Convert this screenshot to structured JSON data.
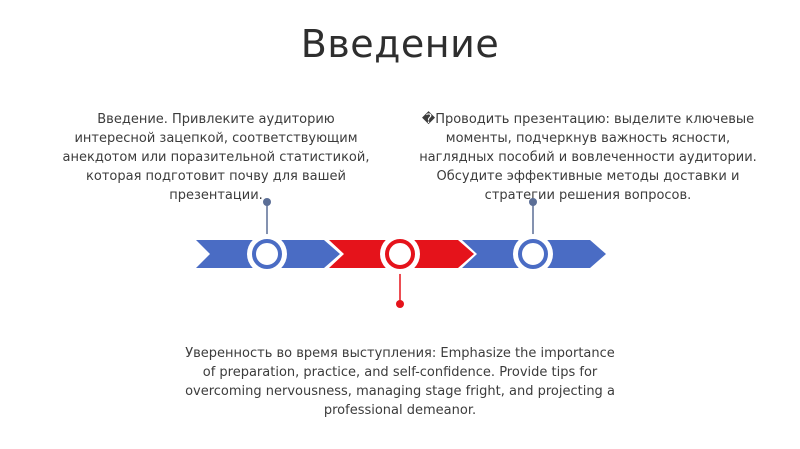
{
  "slide": {
    "title": "Введение",
    "point_left": "Введение. Привлеките аудиторию интересной зацепкой, соответствующим анекдотом или поразительной статистикой, которая подготовит почву для вашей презентации.",
    "point_right": "�Проводить презентацию: выделите ключевые моменты, подчеркнув важность ясности, наглядных пособий и вовлеченности аудитории. Обсудите эффективные методы доставки и стратегии решения вопросов.",
    "point_bottom": "Уверенность во время выступления: Emphasize the importance of preparation, practice, and self-confidence. Provide tips for overcoming nervousness, managing stage fright, and projecting a professional demeanor."
  },
  "colors": {
    "blue": "#4a6cc4",
    "red": "#e5131b",
    "connector_blue": "#5b6e96",
    "text": "#3c3c3c"
  }
}
